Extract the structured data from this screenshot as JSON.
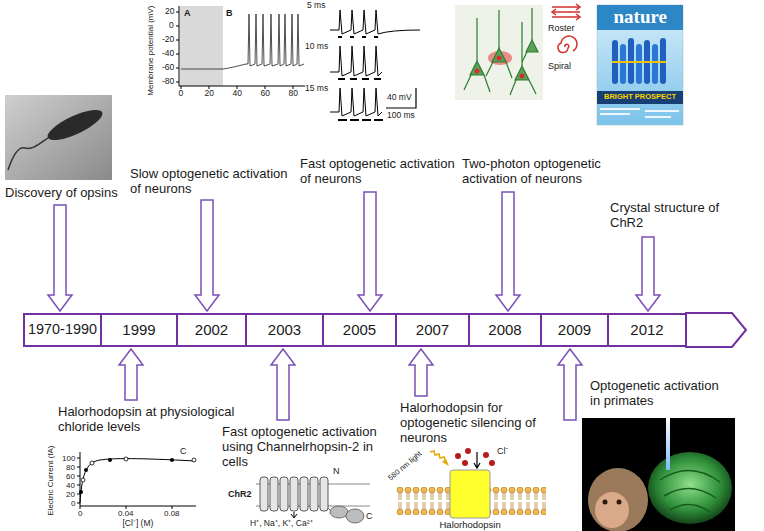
{
  "diagram": {
    "nodes": [
      {
        "text": [
          "1970-1990"
        ]
      },
      {
        "text": [
          "1999"
        ]
      },
      {
        "text": [
          "2002"
        ]
      },
      {
        "text": [
          "2003"
        ]
      },
      {
        "text": [
          "2005"
        ]
      },
      {
        "text": [
          "2007"
        ]
      },
      {
        "text": [
          "2008"
        ]
      },
      {
        "text": [
          "2009"
        ]
      },
      {
        "text": [
          "2012"
        ]
      }
    ],
    "labels": [
      "Discovery of opsins",
      "Membrane potential (mV)",
      "20",
      "0",
      "-20",
      "-40",
      "-60",
      "-80",
      "A",
      "B",
      "0",
      "20",
      "40",
      "60",
      "80",
      "Slow optogenetic activation of neurons",
      "5 ms",
      "10 ms",
      "15 ms",
      "40 mV",
      "100 ms",
      "Fast optogenetic activation of neurons",
      "Roster",
      "Spiral",
      "Two-photon optogenetic activation of neurons",
      "nature",
      "BRIGHT PROSPECT",
      "Crystal structure of ChR2",
      "Halorhodopsin at physiological chloride levels",
      "Electric Current (fA)",
      "100",
      "80",
      "60",
      "40",
      "20",
      "0",
      "C",
      "0",
      "0.04",
      "0.08",
      "[Cl⁻] (M)",
      "Fast optogenetic activation using Channelrhopsin-2 in cells",
      "N",
      "ChR2",
      "C",
      "H⁺, Na⁺, K⁺, Ca²⁺",
      "Halorhodopsin for optogenetic silencing of neurons",
      "580 nm light",
      "Cl⁻",
      "Halorhodopsin",
      "Optogenetic activation in primates"
    ]
  }
}
